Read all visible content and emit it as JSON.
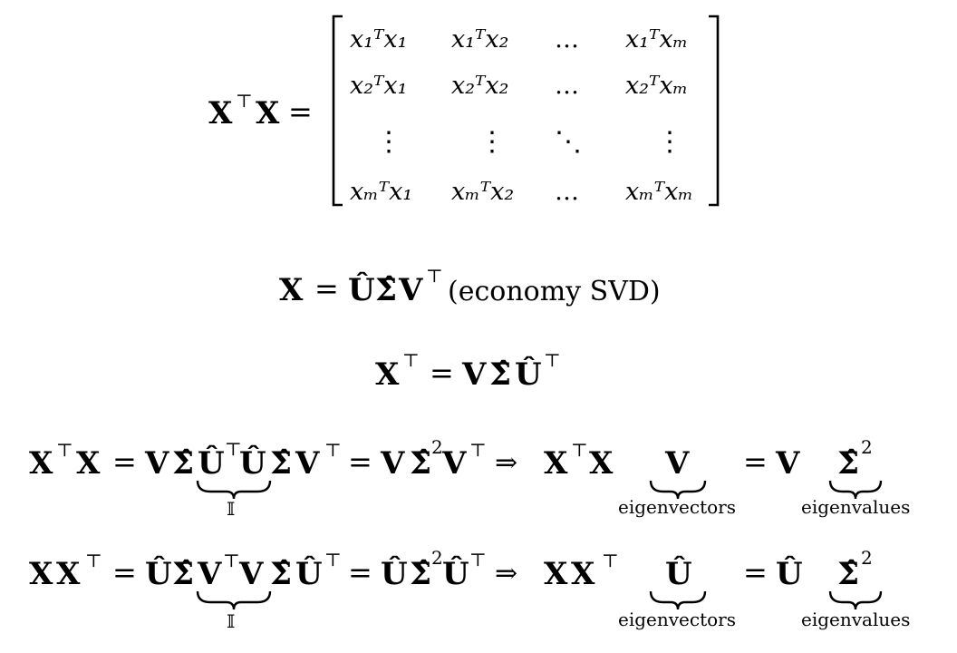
{
  "equation_1": {
    "lhs": {
      "base": "X",
      "sup": "⊤",
      "base2": "X"
    },
    "equals": "=",
    "matrix_rows": [
      [
        "x₁ᵀx₁",
        "x₁ᵀx₂",
        "…",
        "x₁ᵀxₘ"
      ],
      [
        "x₂ᵀx₁",
        "x₂ᵀx₂",
        "…",
        "x₂ᵀxₘ"
      ],
      [
        "⋮",
        "⋮",
        "⋱",
        "⋮"
      ],
      [
        "xₘᵀx₁",
        "xₘᵀx₂",
        "…",
        "xₘᵀxₘ"
      ]
    ]
  },
  "equation_2": {
    "lhs": "X",
    "equals": "=",
    "rhs": {
      "u_hat": "Û",
      "sigma_hat": "Σ̂",
      "v": "V",
      "sup": "⊤"
    },
    "note": "(economy SVD)"
  },
  "equation_3": {
    "lhs": "X",
    "lhs_sup": "⊤",
    "equals": "=",
    "rhs": {
      "v": "V",
      "sigma_hat": "Σ̂",
      "u_hat": "Û",
      "sup": "⊤"
    }
  },
  "equation_4": {
    "underbrace_label": "𝕀",
    "implies": "⇒",
    "eigenvectors_label": "eigenvectors",
    "eigenvalues_label": "eigenvalues",
    "square": "2"
  },
  "equation_5": {
    "underbrace_label": "𝕀",
    "implies": "⇒",
    "eigenvectors_label": "eigenvectors",
    "eigenvalues_label": "eigenvalues",
    "square": "2"
  }
}
